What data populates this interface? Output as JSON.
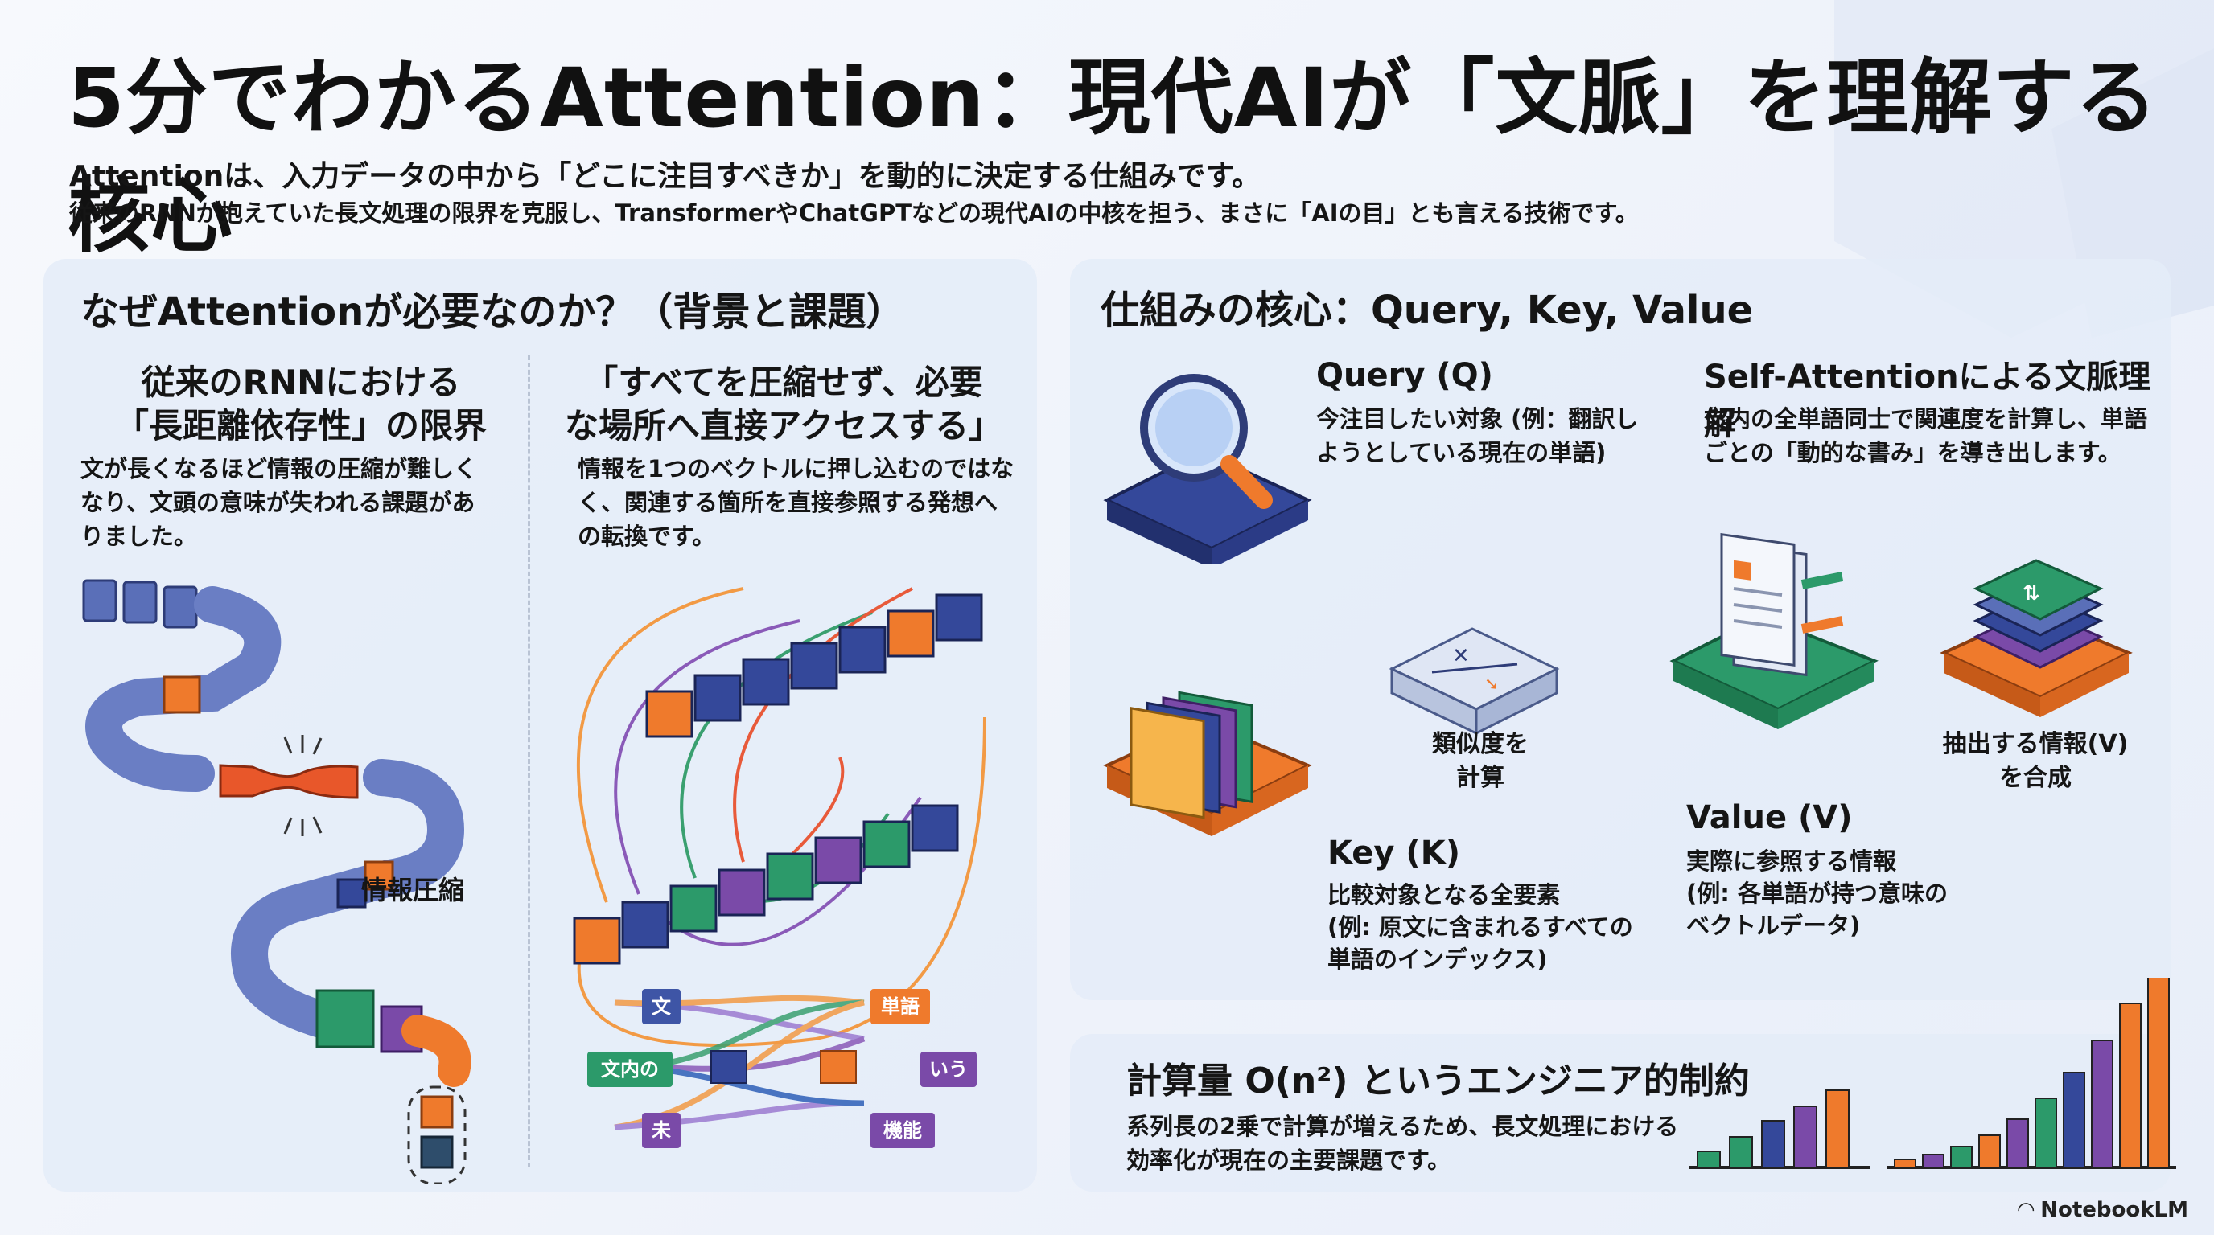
{
  "title": "5分でわかるAttention：現代AIが「文脈」を理解する核心",
  "subtitle_1": "Attentionは、入力データの中から「どこに注目すべきか」を動的に決定する仕組みです。",
  "subtitle_2": "従来のRNNが抱えていた長文処理の限界を克服し、TransformerやChatGPTなどの現代AIの中核を担う、まさに「AIの目」とも言える技術です。",
  "left_panel": {
    "title": "なぜAttentionが必要なのか？（背景と課題）",
    "rnn": {
      "heading_1": "従来のRNNにおける",
      "heading_2": "「長距離依存性」の限界",
      "desc_1": "文が長くなるほど情報の圧縮が難しく",
      "desc_2": "なり、文頭の意味が失われる課題があ",
      "desc_3": "りました。",
      "compress_label": "情報圧縮"
    },
    "attention": {
      "heading_1": "「すべてを圧縮せず、必要",
      "heading_2": "な場所へ直接アクセスする」",
      "desc_1": "情報を1つのベクトルに押し込むのではな",
      "desc_2": "く、関連する箇所を直接参照する発想へ",
      "desc_3": "の転換です。",
      "tokens_left": [
        "文",
        "文内の",
        "未"
      ],
      "tokens_right": [
        "単語",
        "いう",
        "機能"
      ]
    }
  },
  "right_panel": {
    "title": "仕組みの核心：Query, Key, Value",
    "query": {
      "title": "Query (Q)",
      "desc_1": "今注目したい対象 (例：翻訳し",
      "desc_2": "ようとしている現在の単語)"
    },
    "key": {
      "title": "Key (K)",
      "desc_1": "比較対象となる全要素",
      "desc_2": "(例: 原文に含まれるすべての",
      "desc_3": "単語のインデックス)"
    },
    "value": {
      "title": "Value (V)",
      "desc_1": "実際に参照する情報",
      "desc_2": "(例: 各単語が持つ意味の",
      "desc_3": "ベクトルデータ)"
    },
    "self_attention": {
      "title": "Self-Attentionによる文脈理解",
      "desc_1": "文内の全単語同士で関連度を計算し、単語",
      "desc_2": "ごとの「動的な書み」を導き出します。"
    },
    "similarity_1": "類似度を",
    "similarity_2": "計算",
    "combine_1": "抽出する情報(V)",
    "combine_2": "を合成"
  },
  "bottom_panel": {
    "title": "計算量 O(n²) というエンジニア的制約",
    "desc_1": "系列長の2乗で計算が増えるため、長文処理における",
    "desc_2": "効率化が現在の主要課題です。"
  },
  "footer": "NotebookLM",
  "colors": {
    "navy": "#34489a",
    "orange": "#ef7a2c",
    "green": "#2c9a6a",
    "purple": "#7a4aa8",
    "panel": "#e4ecf8"
  }
}
